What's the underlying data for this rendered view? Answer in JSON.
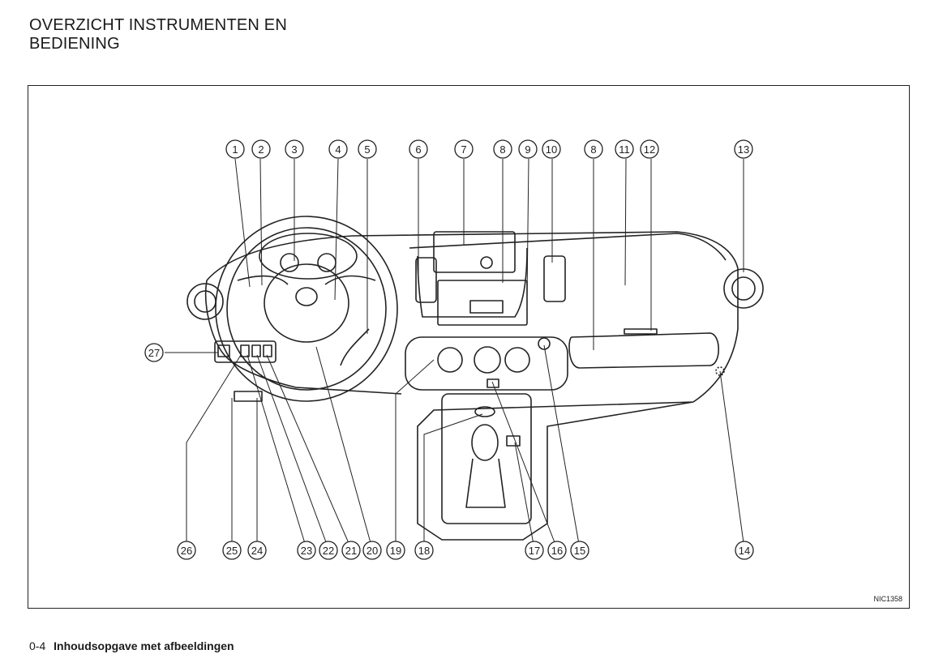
{
  "page": {
    "title": "OVERZICHT INSTRUMENTEN EN\nBEDIENING",
    "page_number": "0-4",
    "section_title": "Inhoudsopgave met afbeeldingen"
  },
  "figure": {
    "code": "NIC1358",
    "top_callouts": [
      "1",
      "2",
      "3",
      "4",
      "5",
      "6",
      "7",
      "8",
      "9",
      "10",
      "8",
      "11",
      "12",
      "13"
    ],
    "bottom_callouts": [
      "26",
      "25",
      "24",
      "23",
      "22",
      "21",
      "20",
      "19",
      "18",
      "17",
      "16",
      "15",
      "14"
    ],
    "side_callouts": [
      "27"
    ],
    "colors": {
      "ink": "#222222",
      "paper": "#ffffff",
      "light_fill": "#f2f2f2"
    }
  }
}
